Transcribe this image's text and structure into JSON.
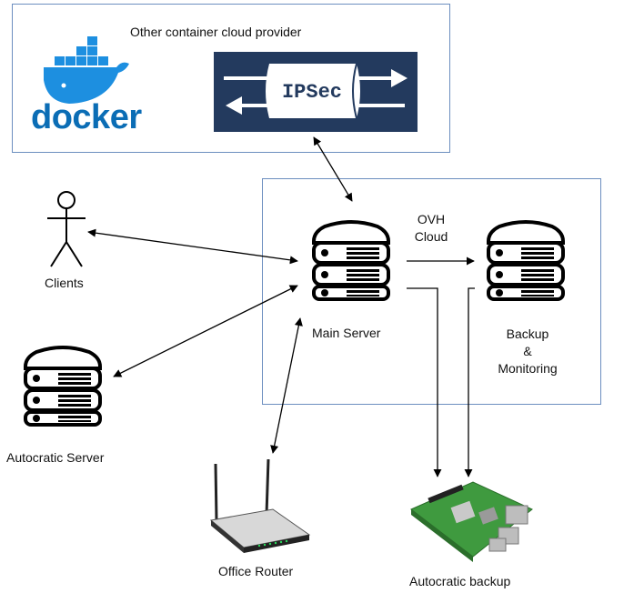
{
  "cloud_provider": {
    "title": "Other container cloud provider",
    "docker_logo_text": "docker",
    "ipsec_text": "IPSec"
  },
  "ovh": {
    "title": "OVH\nCloud",
    "main_server_label": "Main Server",
    "backup_label": "Backup\n&\nMonitoring"
  },
  "clients_label": "Clients",
  "autocratic_server_label": "Autocratic Server",
  "office_router_label": "Office Router",
  "autocratic_backup_label": "Autocratic backup",
  "colors": {
    "frame_border": "#6c8ebf",
    "docker_blue": "#1d8fe0",
    "docker_text": "#0b6db5",
    "ipsec_bg": "#233a5e",
    "server_stroke": "#000000",
    "board_green": "#3f9a3f"
  }
}
